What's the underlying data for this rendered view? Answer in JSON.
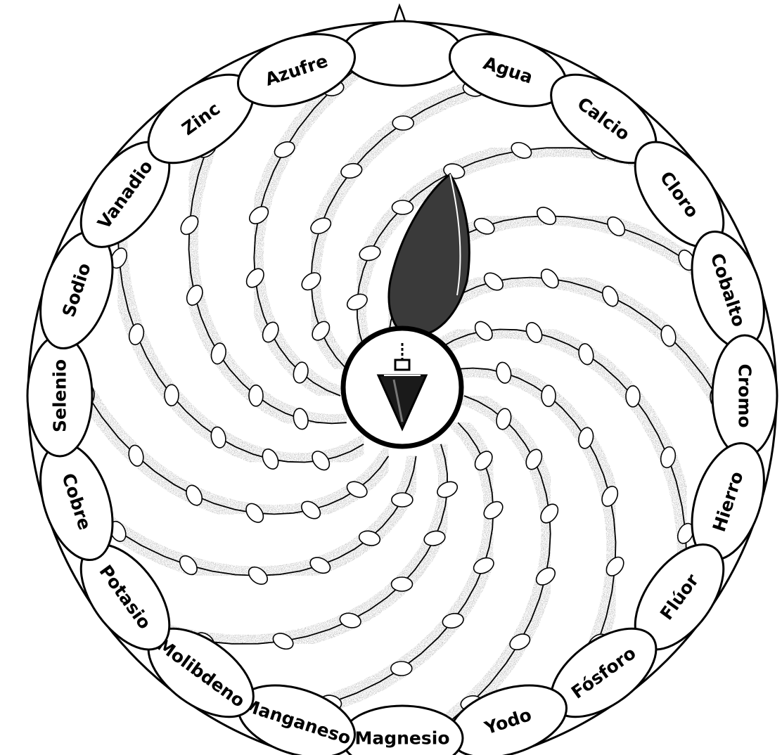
{
  "colors": {
    "ink": "#000000",
    "paper": "#ffffff",
    "speckle": "#9a9a9a",
    "shade": "#3a3a3a"
  },
  "ring": {
    "labels": [
      "Agua",
      "Calcio",
      "Cloro",
      "Cobalto",
      "Cromo",
      "Hierro",
      "Flúor",
      "Fósforo",
      "Yodo",
      "Magnesio",
      "Manganeso",
      "Molibdeno",
      "Potasio",
      "Cobre",
      "Selenio",
      "Sodio",
      "Vanadio",
      "Zinc",
      "Azufre"
    ]
  },
  "center": {
    "icon": "pendulum-icon"
  },
  "decoration": {
    "spiral": "spiral-shells-icon",
    "top_shell": "conch-shell-icon"
  }
}
